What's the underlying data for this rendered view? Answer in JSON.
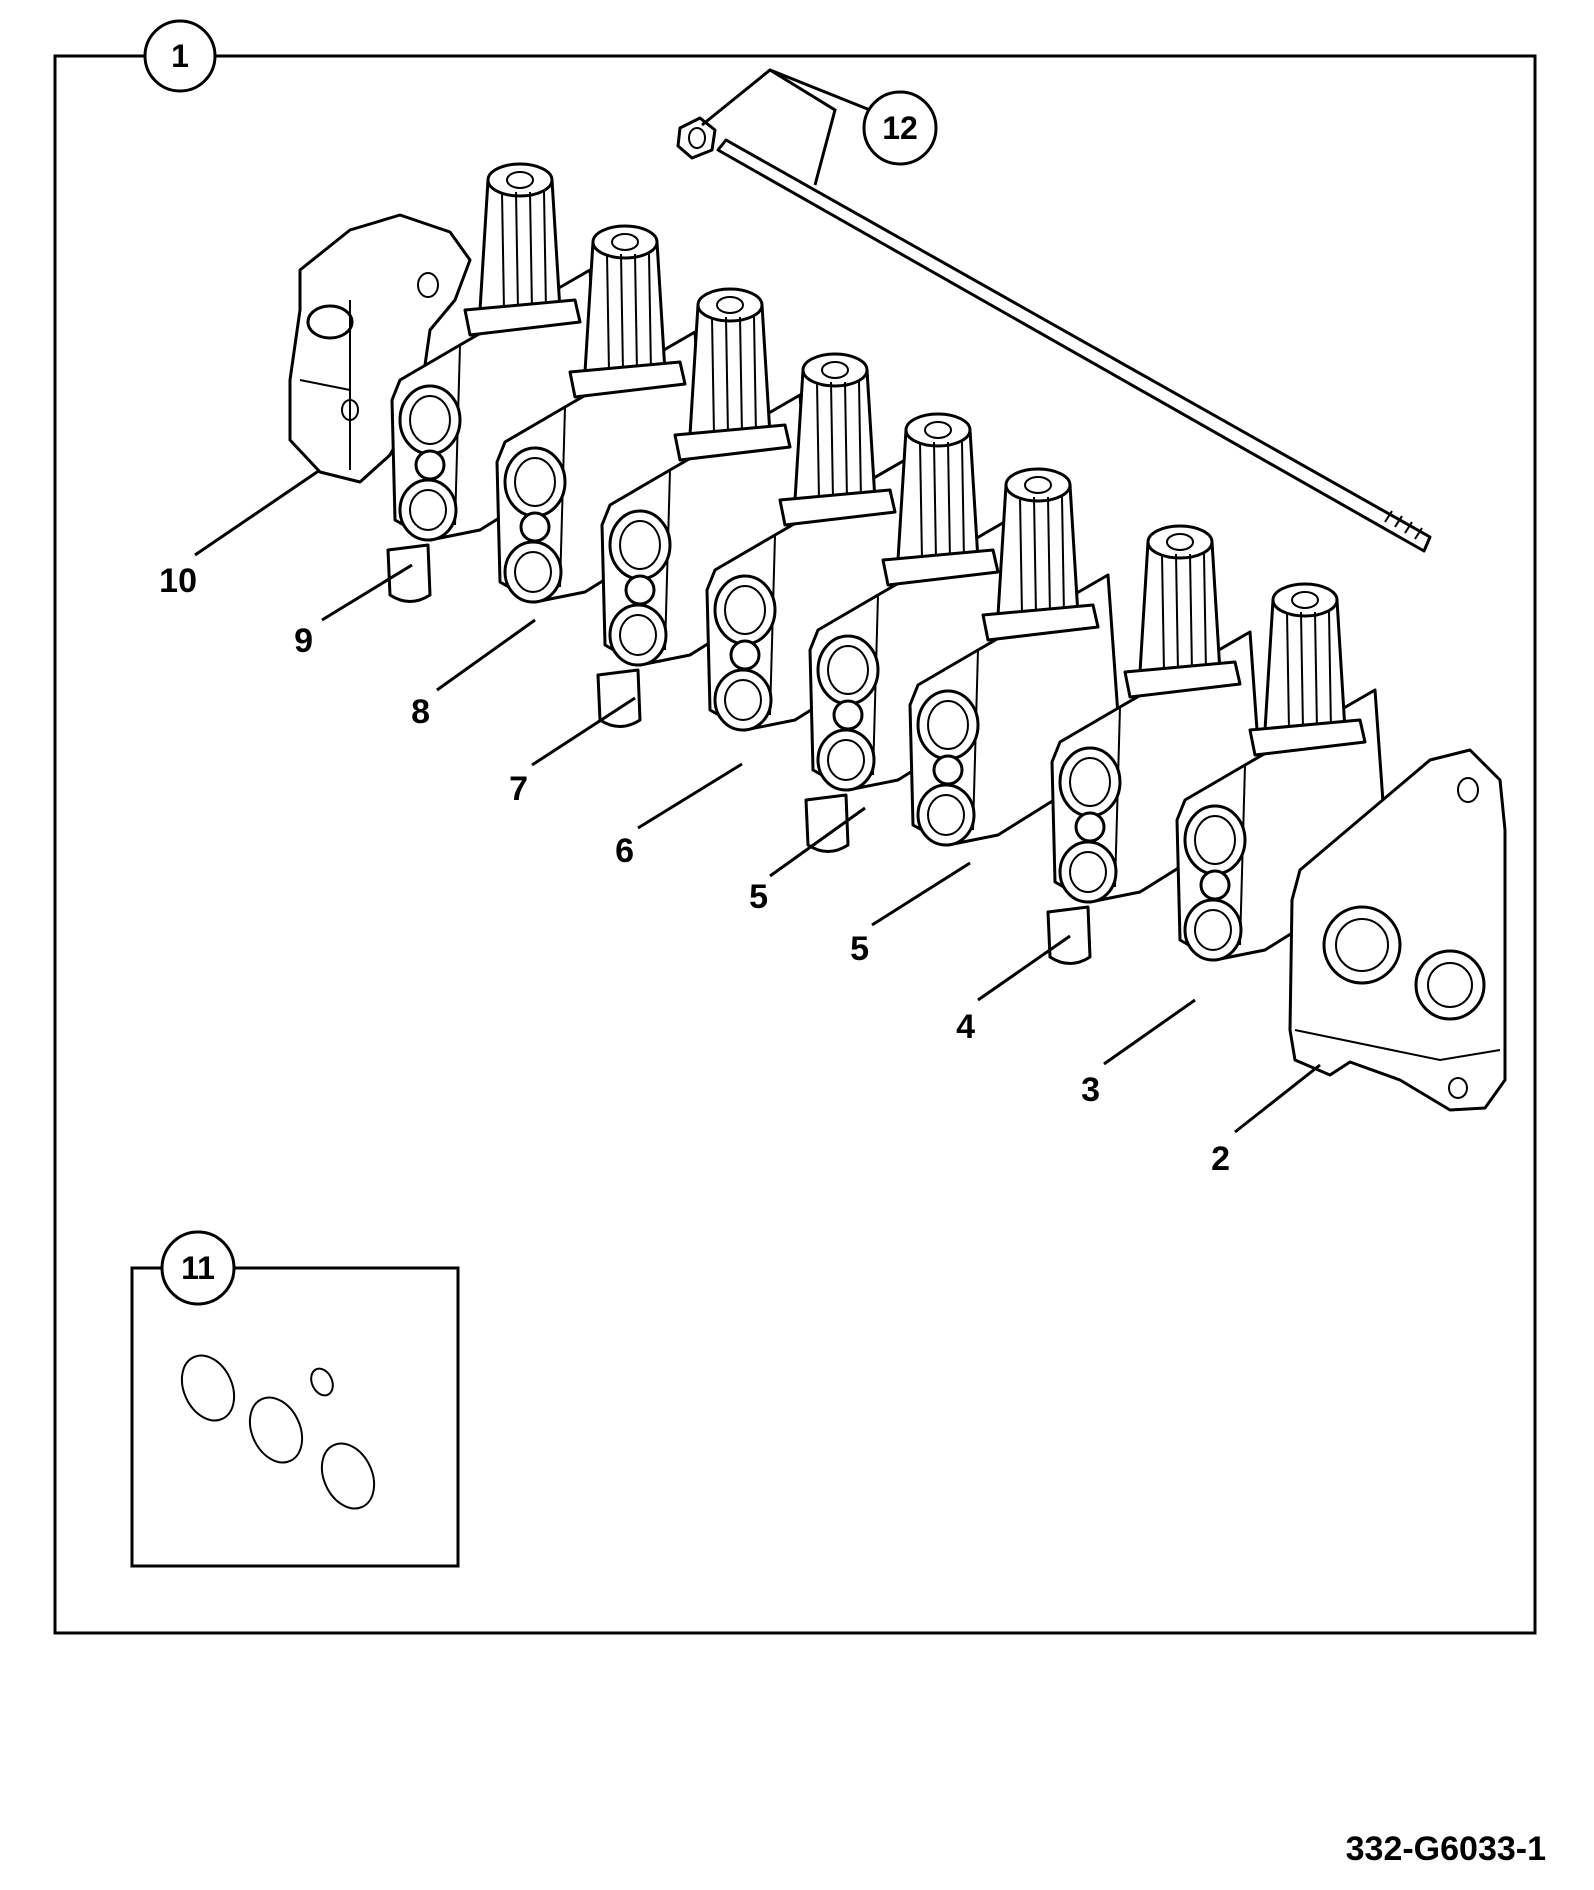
{
  "assembly": {
    "callout": "1",
    "seal_kit_callout": "11",
    "tie_rod_callout": "12"
  },
  "part_labels": [
    {
      "id": "label-10",
      "text": "10"
    },
    {
      "id": "label-9",
      "text": "9"
    },
    {
      "id": "label-8",
      "text": "8"
    },
    {
      "id": "label-7",
      "text": "7"
    },
    {
      "id": "label-6",
      "text": "6"
    },
    {
      "id": "label-5a",
      "text": "5"
    },
    {
      "id": "label-5b",
      "text": "5"
    },
    {
      "id": "label-4",
      "text": "4"
    },
    {
      "id": "label-3",
      "text": "3"
    },
    {
      "id": "label-2",
      "text": "2"
    }
  ],
  "reference": "332-G6033-1"
}
